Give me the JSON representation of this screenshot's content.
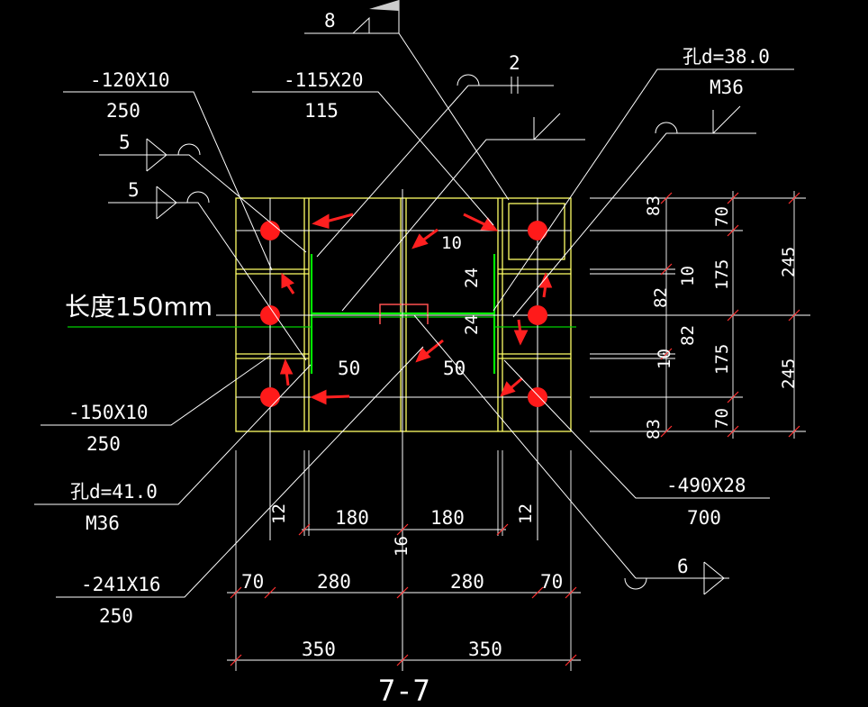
{
  "drawing": {
    "section_title": "7-7",
    "measure_note": "长度150mm",
    "weld_marks": [
      {
        "id": "w8",
        "size": "8"
      },
      {
        "id": "w5a",
        "size": "5"
      },
      {
        "id": "w5b",
        "size": "5"
      },
      {
        "id": "w2",
        "size": "2"
      },
      {
        "id": "w6",
        "size": "6"
      }
    ],
    "callouts": [
      {
        "id": "plate-120x10",
        "spec": "-120X10",
        "length": "250"
      },
      {
        "id": "plate-115x20",
        "spec": "-115X20",
        "length": "115"
      },
      {
        "id": "hole-38",
        "spec": "孔d=38.0",
        "length": "M36"
      },
      {
        "id": "plate-150x10",
        "spec": "-150X10",
        "length": "250"
      },
      {
        "id": "hole-41",
        "spec": "孔d=41.0",
        "length": "M36"
      },
      {
        "id": "plate-241x16",
        "spec": "-241X16",
        "length": "250"
      },
      {
        "id": "plate-490x28",
        "spec": "-490X28",
        "length": "700"
      }
    ],
    "inner_dims": {
      "d10": "10",
      "d24a": "24",
      "d24b": "24",
      "d50a": "50",
      "d50b": "50"
    },
    "right_dims": {
      "col1": [
        "83",
        "82",
        "82",
        "83"
      ],
      "col1b": [
        "10",
        "10"
      ],
      "col2": [
        "70",
        "175",
        "175",
        "70"
      ],
      "col3": [
        "245",
        "245"
      ]
    },
    "bottom_dims": {
      "row1": [
        "12",
        "180",
        "180",
        "12"
      ],
      "row1_center": "16",
      "row2": [
        "70",
        "280",
        "280",
        "70"
      ],
      "row3": [
        "350",
        "350"
      ]
    }
  },
  "colors": {
    "background": "#000000",
    "outline": "#ffff66",
    "stiffener": "#00ee00",
    "bolt": "#ff1a1a",
    "annotation_arrow": "#ff2020",
    "linework": "#ffffff"
  }
}
